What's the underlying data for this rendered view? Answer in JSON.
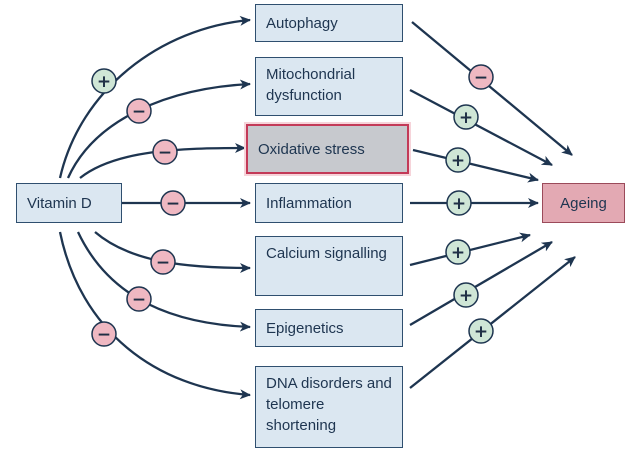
{
  "source": {
    "label": "Vitamin D"
  },
  "target": {
    "label": "Ageing"
  },
  "processes": [
    {
      "label": "Autophagy"
    },
    {
      "label": "Mitochondrial dysfunction"
    },
    {
      "label": "Oxidative stress"
    },
    {
      "label": "Inflammation"
    },
    {
      "label": "Calcium signalling"
    },
    {
      "label": "Epigenetics"
    },
    {
      "label": "DNA disorders and telomere shortening"
    }
  ],
  "effects_from_source": [
    "+",
    "−",
    "−",
    "−",
    "−",
    "−",
    "−"
  ],
  "effects_to_target": [
    "−",
    "+",
    "+",
    "+",
    "+",
    "+",
    "+"
  ],
  "colors": {
    "arrow": "#1e3550",
    "positive_circle": "#cfe6d6",
    "negative_circle": "#efb8c2",
    "process_box": "#dbe7f1",
    "highlight_border": "#c33a58",
    "ageing_box": "#e3a9b3"
  }
}
